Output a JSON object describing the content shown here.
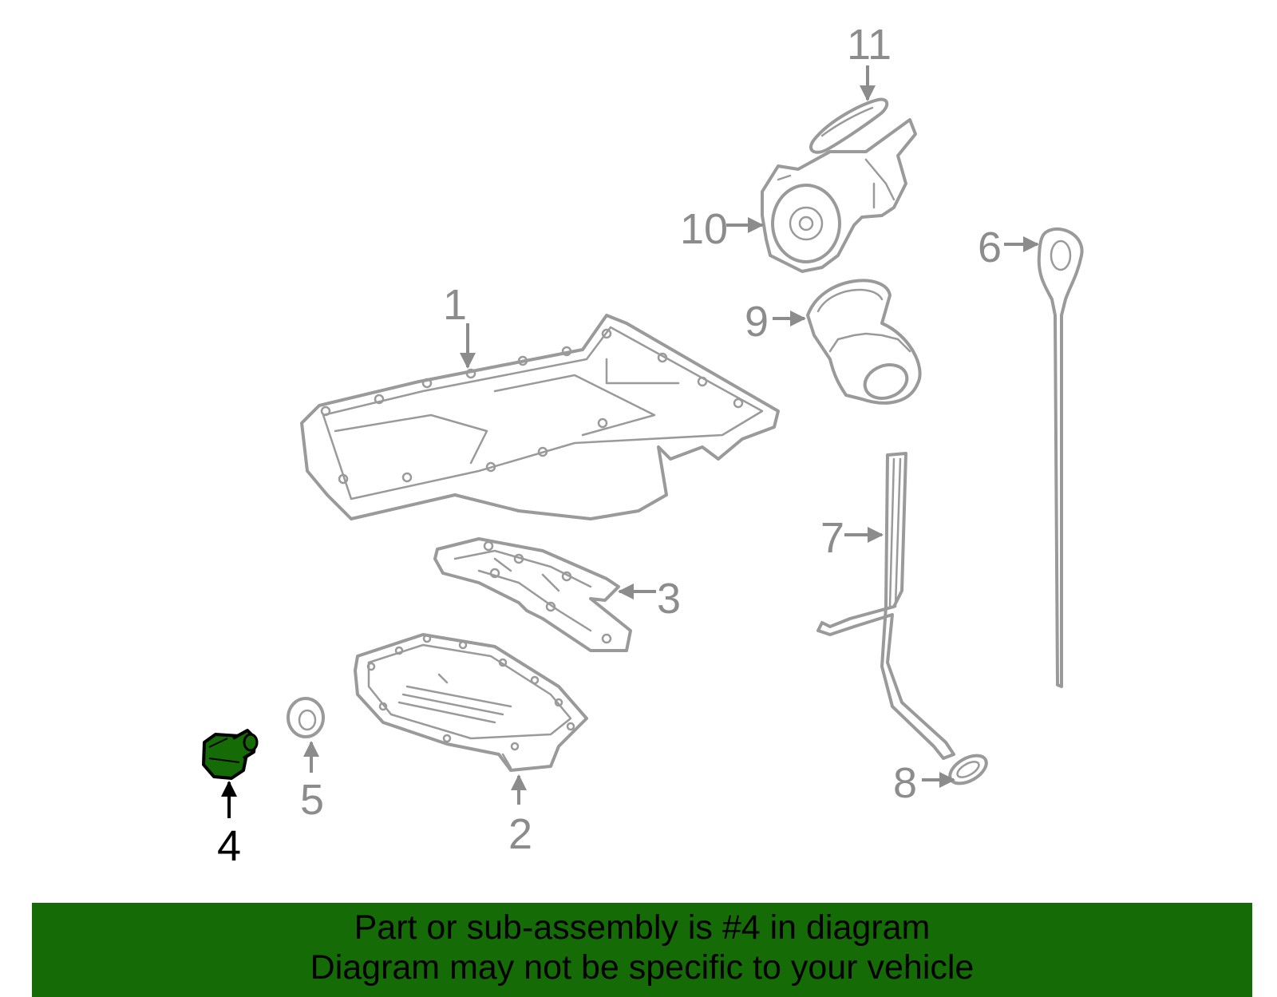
{
  "highlight_color": "#156b05",
  "highlighted_part": "4",
  "callouts": [
    "1",
    "2",
    "3",
    "4",
    "5",
    "6",
    "7",
    "8",
    "9",
    "10",
    "11"
  ],
  "banner": {
    "line1": "Part or sub-assembly is #4 in diagram",
    "line2": "Diagram may not be specific to your vehicle"
  }
}
